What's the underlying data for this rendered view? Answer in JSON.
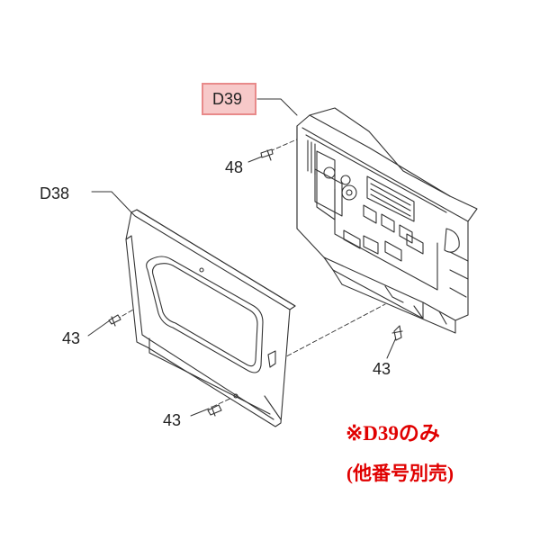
{
  "diagram": {
    "callouts": {
      "d39": "D39",
      "d38": "D38",
      "screw_48": "48",
      "screw_43_left": "43",
      "screw_43_right": "43",
      "screw_43_bottom": "43"
    },
    "highlight_color": "#f7c9c9",
    "highlight_border_color": "#e88a8a",
    "note_color": "#e00000",
    "notes": {
      "line1": "※D39のみ",
      "line2": "(他番号別売)"
    }
  }
}
